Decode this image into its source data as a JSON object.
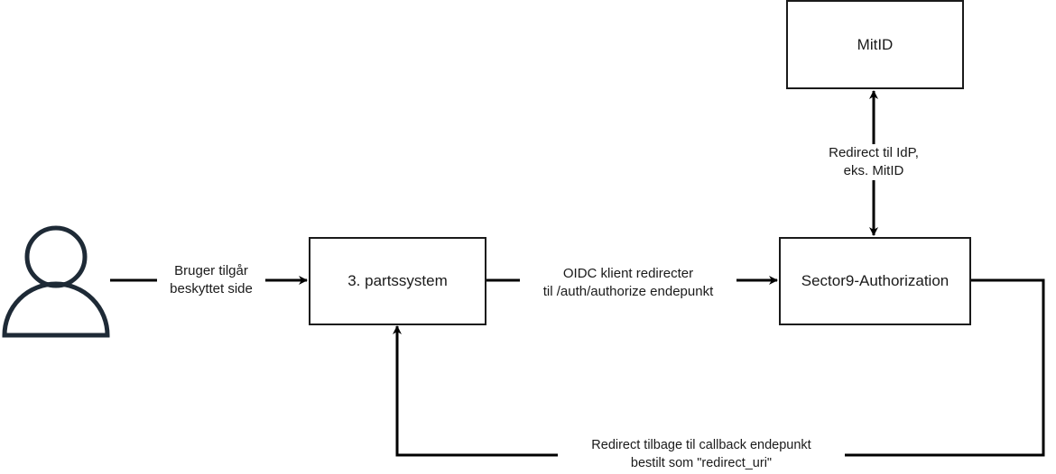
{
  "diagram": {
    "nodes": {
      "user": {
        "label": "",
        "icon": "person-icon"
      },
      "third_party": {
        "label": "3. partssystem"
      },
      "sector9": {
        "label": "Sector9-Authorization"
      },
      "mitid": {
        "label": "MitID"
      }
    },
    "edges": {
      "user_to_third": {
        "line1": "Bruger tilgår",
        "line2": "beskyttet side"
      },
      "third_to_sector9": {
        "line1": "OIDC klient redirecter",
        "line2": "til /auth/authorize endepunkt"
      },
      "sector9_mitid": {
        "line1": "Redirect til IdP,",
        "line2": "eks. MitID"
      },
      "sector9_to_third": {
        "line1": "Redirect tilbage til callback endepunkt",
        "line2": "bestilt som \"redirect_uri\""
      }
    },
    "colors": {
      "stroke": "#000000",
      "icon": "#1e2a36",
      "text": "#1a1a1a"
    }
  }
}
